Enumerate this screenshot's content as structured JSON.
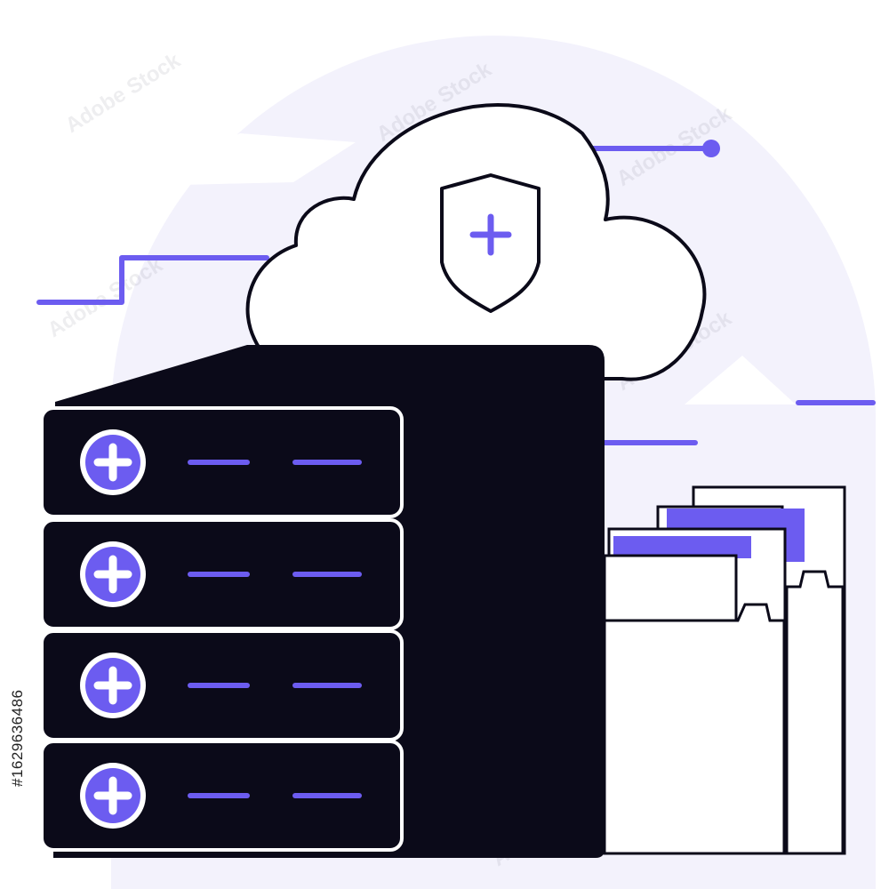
{
  "illustration": {
    "subject": "server-rack-cloud-shield-folders",
    "accent_color": "#6c5cf0",
    "dark_color": "#0b0a19",
    "backdrop_color": "#f3f2fc",
    "server_units": [
      {
        "icon": "plus-circle-icon"
      },
      {
        "icon": "plus-circle-icon"
      },
      {
        "icon": "plus-circle-icon"
      },
      {
        "icon": "plus-circle-icon"
      }
    ],
    "cloud": {
      "icon": "shield-plus-icon"
    }
  },
  "watermark": {
    "text": "Adobe Stock"
  },
  "stock_id": "#1629636486"
}
